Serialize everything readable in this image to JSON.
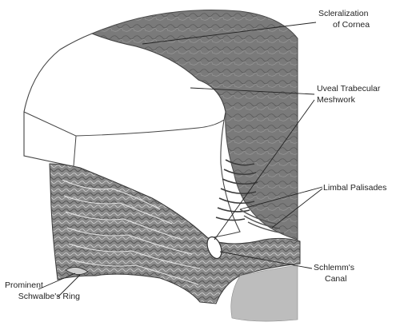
{
  "labels": {
    "scleralization": [
      "Scleralization",
      "of Cornea"
    ],
    "uveal": [
      "Uveal Trabecular",
      "Meshwork"
    ],
    "limbal": "Limbal Palisades",
    "schlemm": [
      "Schlemm's",
      "Canal"
    ],
    "schwalbe": [
      "Prominent",
      "Schwalbe's Ring"
    ]
  },
  "colors": {
    "tissue": "#6e6e6e",
    "tissue_dark": "#4a4a4a",
    "tissue_light": "#a8a8a8",
    "outline": "#444444",
    "leader": "#222222",
    "text": "#222222"
  }
}
